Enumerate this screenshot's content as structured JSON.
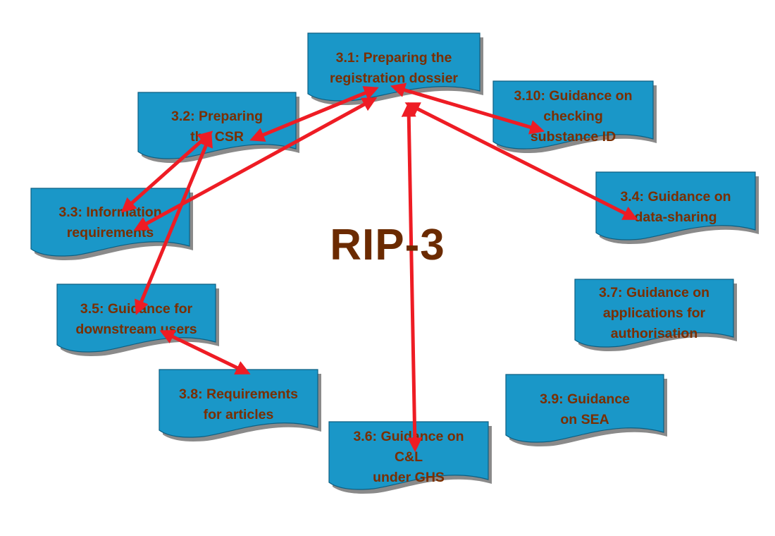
{
  "title": "RIP-3",
  "colors": {
    "box_fill": "#1a97c8",
    "box_shadow": "#8a8a8a",
    "text": "#7a2e00",
    "arrow": "#ee1c24"
  },
  "boxes": [
    {
      "id": "3.1",
      "lines": [
        "3.1: Preparing the",
        "registration dossier"
      ]
    },
    {
      "id": "3.2",
      "lines": [
        "3.2: Preparing",
        "the CSR"
      ]
    },
    {
      "id": "3.10",
      "lines": [
        "3.10: Guidance on",
        "checking",
        "substance ID"
      ]
    },
    {
      "id": "3.3",
      "lines": [
        "3.3: Information",
        "requirements"
      ]
    },
    {
      "id": "3.4",
      "lines": [
        "3.4: Guidance on",
        "data-sharing"
      ]
    },
    {
      "id": "3.5",
      "lines": [
        "3.5: Guidance for",
        "downstream users"
      ]
    },
    {
      "id": "3.7",
      "lines": [
        "3.7: Guidance on",
        "applications for",
        "authorisation"
      ]
    },
    {
      "id": "3.8",
      "lines": [
        "3.8: Requirements",
        "for articles"
      ]
    },
    {
      "id": "3.9",
      "lines": [
        "3.9: Guidance",
        "on SEA"
      ]
    },
    {
      "id": "3.6",
      "lines": [
        "3.6: Guidance on",
        "C&L",
        "under GHS"
      ]
    }
  ],
  "links": [
    {
      "from": "3.1",
      "to": "3.2"
    },
    {
      "from": "3.1",
      "to": "3.3"
    },
    {
      "from": "3.1",
      "to": "3.10"
    },
    {
      "from": "3.1",
      "to": "3.4"
    },
    {
      "from": "3.1",
      "to": "3.6"
    },
    {
      "from": "3.2",
      "to": "3.3"
    },
    {
      "from": "3.2",
      "to": "3.5"
    },
    {
      "from": "3.5",
      "to": "3.8"
    }
  ]
}
